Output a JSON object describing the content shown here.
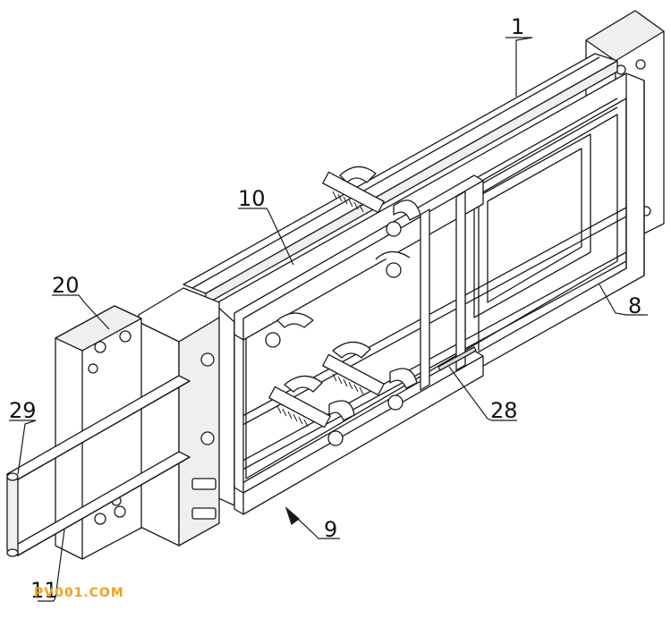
{
  "figure": {
    "callouts": [
      {
        "id": "label-1",
        "text": "1"
      },
      {
        "id": "label-10",
        "text": "10"
      },
      {
        "id": "label-20",
        "text": "20"
      },
      {
        "id": "label-29",
        "text": "29"
      },
      {
        "id": "label-8",
        "text": "8"
      },
      {
        "id": "label-28",
        "text": "28"
      },
      {
        "id": "label-9",
        "text": "9"
      },
      {
        "id": "label-11",
        "text": "11"
      }
    ],
    "watermark": "PV001.COM"
  },
  "colors": {
    "line": "#1a1a1a",
    "fill": "#ffffff",
    "shade": "#e9e9e9",
    "watermark": "#f0a020"
  }
}
